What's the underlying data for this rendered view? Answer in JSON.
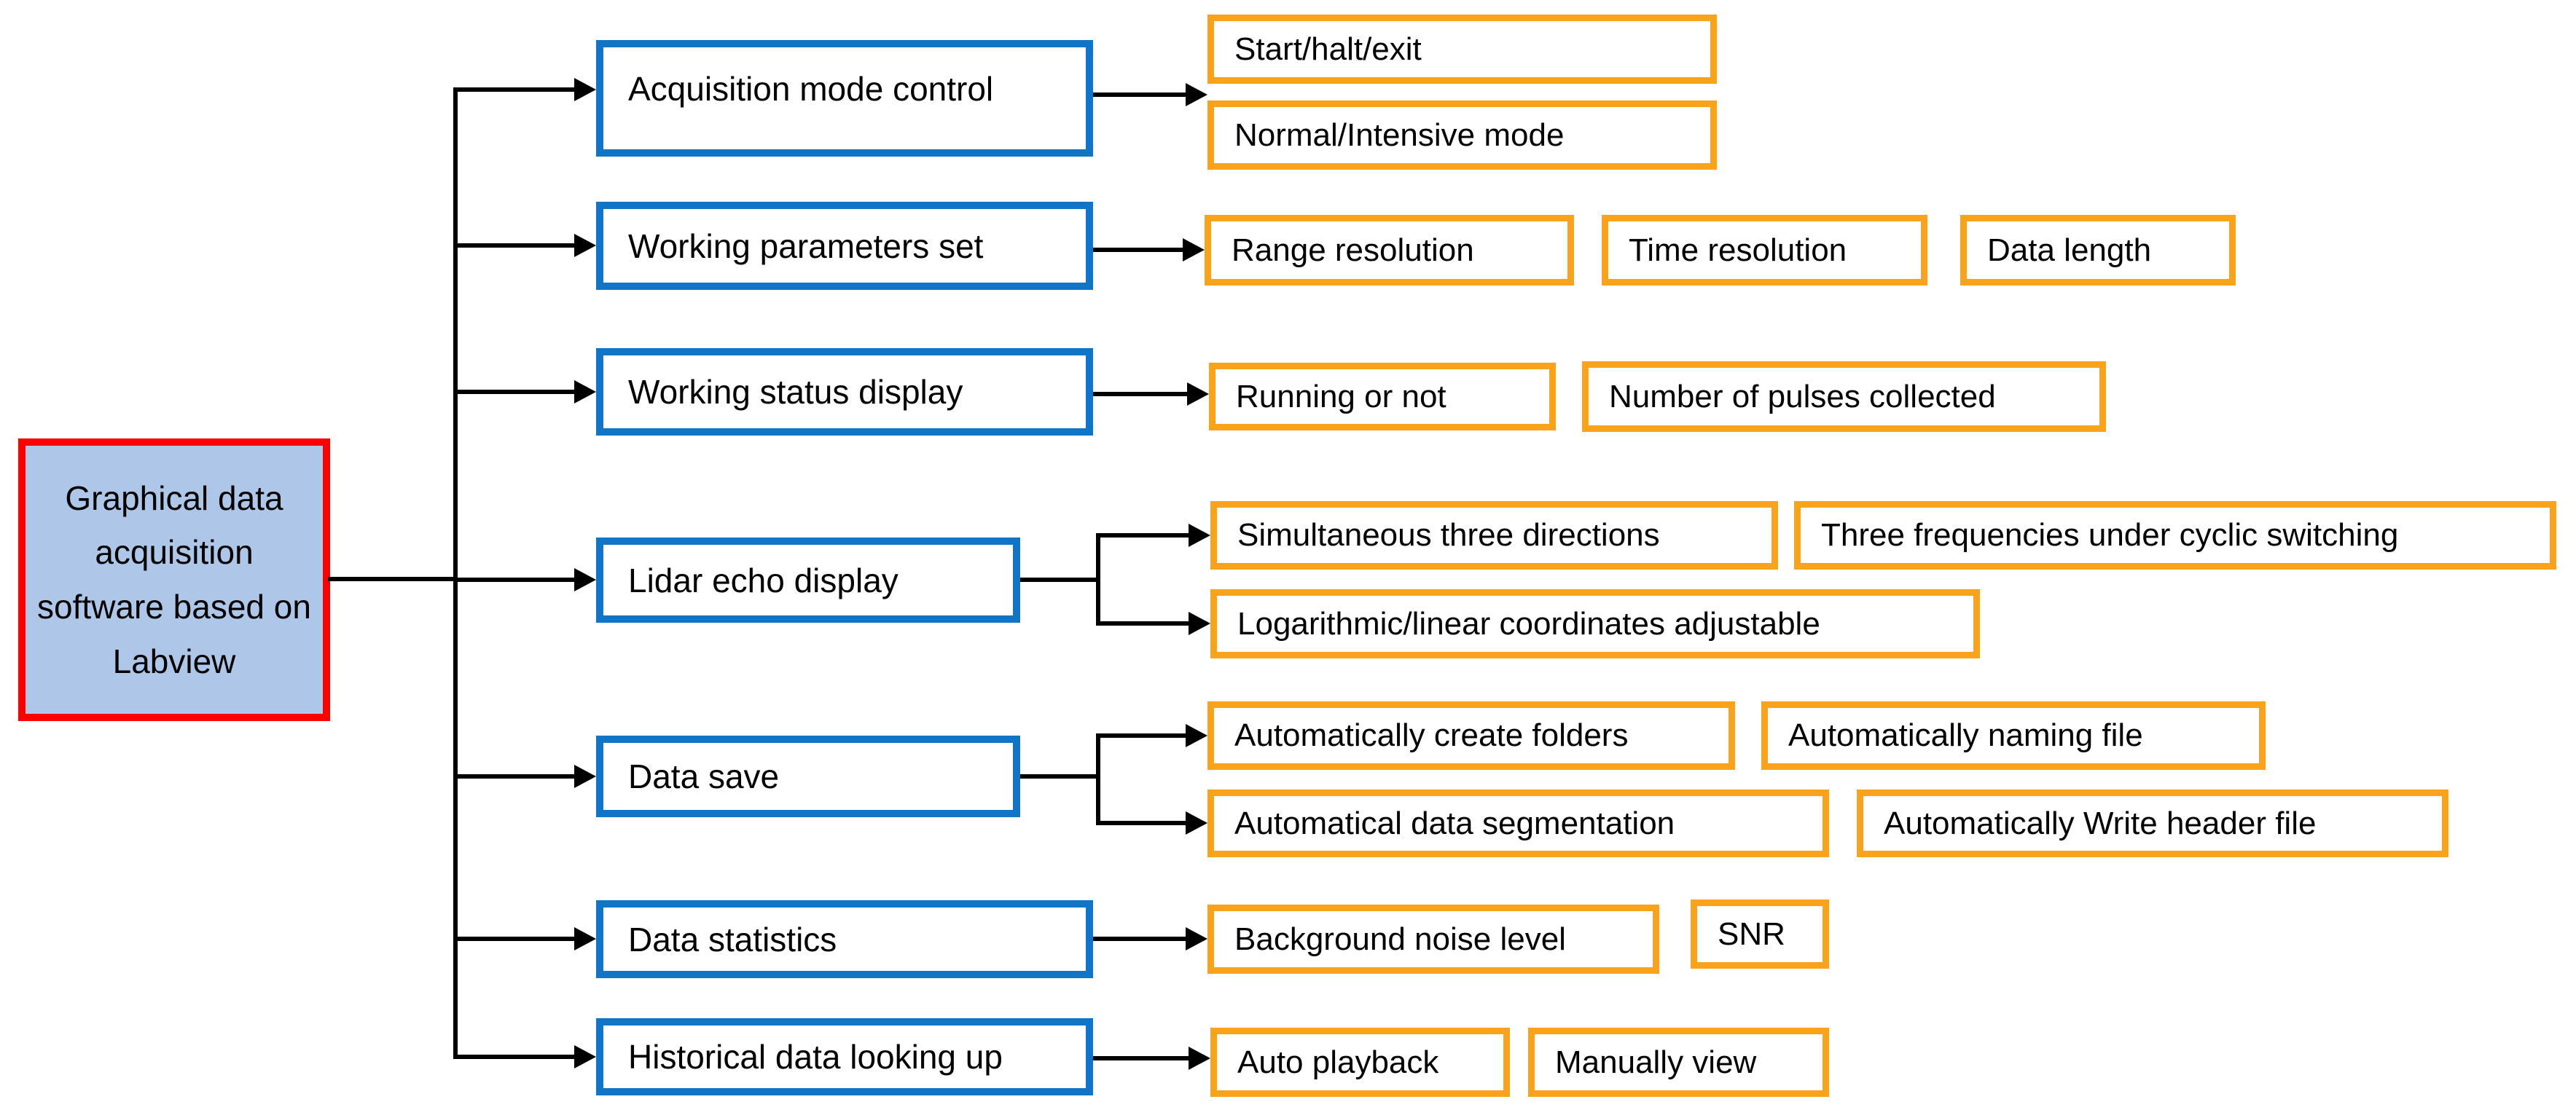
{
  "diagram": {
    "title_hint": "Software function tree diagram",
    "root": {
      "label": "Graphical data acquisition software based on Labview"
    },
    "branches": [
      {
        "label": "Acquisition mode control",
        "children": [
          "Start/halt/exit",
          "Normal/Intensive mode"
        ]
      },
      {
        "label": "Working parameters set",
        "children": [
          "Range resolution",
          "Time resolution",
          "Data length"
        ]
      },
      {
        "label": "Working status display",
        "children": [
          "Running or not",
          "Number of pulses collected"
        ]
      },
      {
        "label": "Lidar echo display",
        "children": [
          "Simultaneous three directions",
          "Three frequencies under cyclic switching",
          "Logarithmic/linear coordinates adjustable"
        ]
      },
      {
        "label": "Data save",
        "children": [
          "Automatically create folders",
          "Automatically naming file",
          "Automatical data segmentation",
          "Automatically Write header file"
        ]
      },
      {
        "label": "Data statistics",
        "children": [
          "Background noise level",
          "SNR"
        ]
      },
      {
        "label": "Historical data looking up",
        "children": [
          "Auto playback",
          "Manually view"
        ]
      }
    ],
    "colors": {
      "branch_border": "#1274C5",
      "leaf_border": "#F9A21B",
      "root_border": "#FF0000",
      "root_fill": "#AEC6E8",
      "connector": "#000000",
      "background": "#FFFFFF",
      "text": "#000000"
    }
  }
}
